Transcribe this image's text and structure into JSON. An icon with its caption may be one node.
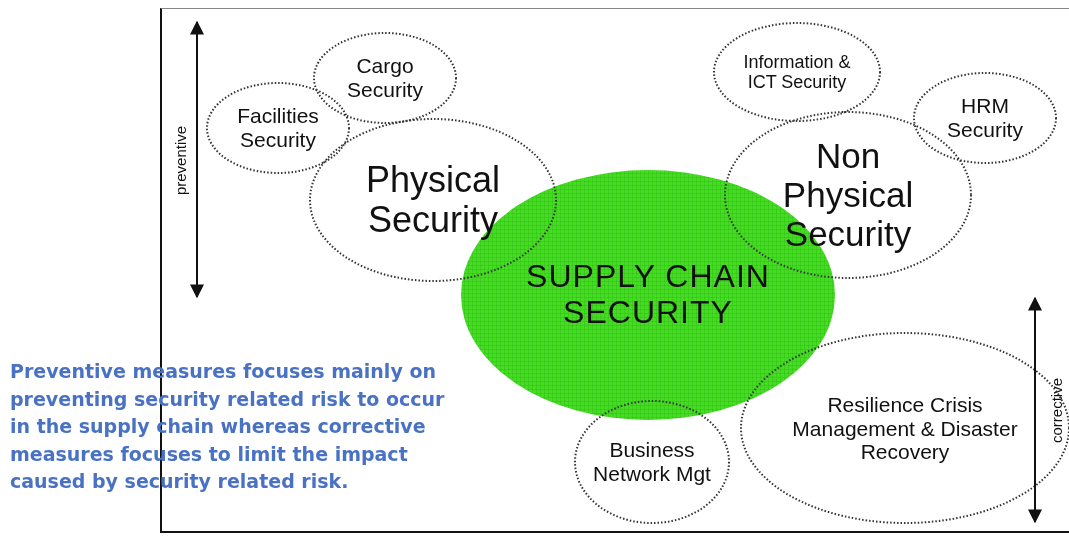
{
  "diagram": {
    "caption": "Preventive measures focuses mainly on preventing security related risk to occur in the supply chain whereas corrective measures focuses to limit the impact caused by security related risk.",
    "nodes": [
      {
        "text": [
          "Cargo Security"
        ]
      },
      {
        "text": [
          "Information & ICT Security"
        ]
      },
      {
        "text": [
          "Facilities Security"
        ]
      },
      {
        "text": [
          "HRM Security"
        ]
      },
      {
        "text": [
          "Physical Security"
        ]
      },
      {
        "text": [
          "Non Physical Security"
        ]
      },
      {
        "text": [
          "SUPPLY CHAIN SECURITY"
        ]
      },
      {
        "text": [
          "Resilience Crisis Management & Disaster Recovery"
        ]
      },
      {
        "text": [
          "Business Network Mgt"
        ]
      }
    ],
    "edges": [],
    "labels": [
      "preventive",
      "corrective"
    ]
  }
}
